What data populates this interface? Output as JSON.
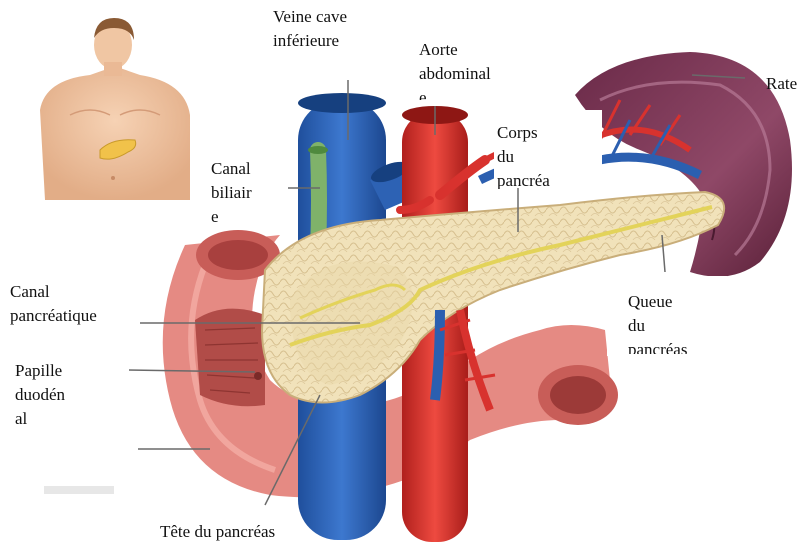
{
  "labels": {
    "veine_cave": [
      "Veine cave",
      "inférieure"
    ],
    "aorte": [
      "Aorte",
      "abdominal",
      "e"
    ],
    "rate": "Rate",
    "corps": [
      "Corps",
      "du",
      "pancréa"
    ],
    "canal_biliaire": [
      "Canal",
      "biliair",
      "e"
    ],
    "canal_pancreatique": [
      "Canal",
      "pancréatique"
    ],
    "queue": [
      "Queue",
      "du",
      "pancréas"
    ],
    "papille": [
      "Papille",
      "duodén",
      "al"
    ],
    "tete": "Tête du pancréas"
  },
  "colors": {
    "vein": "#2b5fb0",
    "artery": "#d8322e",
    "pancreas": "#f1e2ba",
    "duodenum": "#e58a83",
    "spleen": "#7c3554",
    "bile_duct": "#7fb26a",
    "duct": "#e3d35a"
  }
}
